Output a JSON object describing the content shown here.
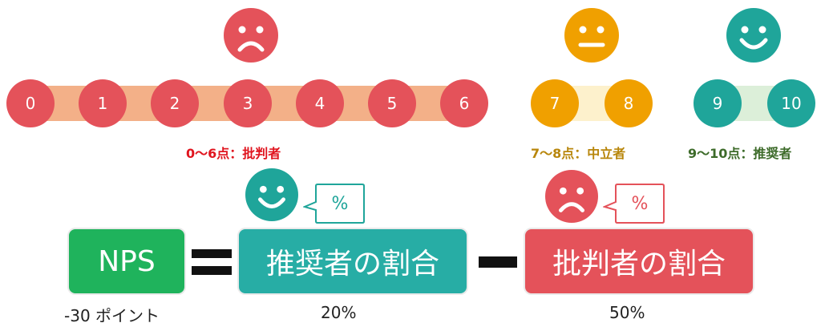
{
  "scores": {
    "detractor": [
      "0",
      "1",
      "2",
      "3",
      "4",
      "5",
      "6"
    ],
    "passive": [
      "7",
      "8"
    ],
    "promoter": [
      "9",
      "10"
    ]
  },
  "categories": {
    "detractor": "0～6点：批判者",
    "passive": "7～8点：中立者",
    "promoter": "9～10点：推奨者"
  },
  "formula": {
    "nps": "NPS",
    "equals": "=",
    "minus": "－",
    "promoter_ratio": "推奨者の割合",
    "detractor_ratio": "批判者の割合",
    "percent": "%"
  },
  "values": {
    "nps": "-30 ポイント",
    "promoter": "20%",
    "detractor": "50%"
  },
  "colors": {
    "detractor": "#e4525a",
    "detractor_band": "#f3b088",
    "passive": "#f0a000",
    "passive_band": "#fdf1cc",
    "promoter": "#1fa59a",
    "promoter_band": "#dcefd9",
    "nps_box": "#1fb35c",
    "detractor_label": "#e0141e",
    "passive_label": "#b8860b",
    "promoter_label": "#3d6b2a"
  },
  "icons": [
    "sad-face-icon",
    "neutral-face-icon",
    "happy-face-icon",
    "speech-bubble-icon"
  ]
}
